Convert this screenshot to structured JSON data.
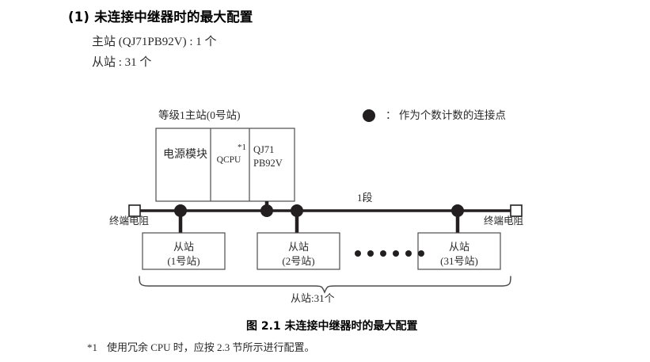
{
  "heading": {
    "number": "(1)",
    "title": "未连接中继器时的最大配置",
    "full": "(1) 未连接中继器时的最大配置",
    "spec_master": "主站 (QJ71PB92V) : 1 个",
    "spec_slave": "从站 : 31 个"
  },
  "legend": {
    "marker": "filled-circle",
    "text": "： 作为个数计数的连接点"
  },
  "diagram": {
    "master_title": "等级1主站(0号站)",
    "modules": {
      "power": "电源模块",
      "cpu": "QCPU",
      "cpu_footnote_mark": "*1",
      "network_line1": "QJ71",
      "network_line2": "PB92V"
    },
    "segment_label": "1段",
    "terminator_left": "终端电阻",
    "terminator_right": "终端电阻",
    "slaves": [
      {
        "name": "从站",
        "station": "(1号站)"
      },
      {
        "name": "从站",
        "station": "(2号站)"
      },
      {
        "name": "从站",
        "station": "(31号站)"
      }
    ],
    "ellipsis_dots": 6,
    "brace_label": "从站:31个"
  },
  "caption": "图 2.1  未连接中继器时的最大配置",
  "footnote": {
    "mark": "*1",
    "text": "使用冗余 CPU 时，应按 2.3 节所示进行配置。"
  },
  "colors": {
    "text": "#2a2a2a",
    "heading": "#000000",
    "line": "#231f20",
    "box_border": "#4d4d4d",
    "background": "#ffffff"
  }
}
